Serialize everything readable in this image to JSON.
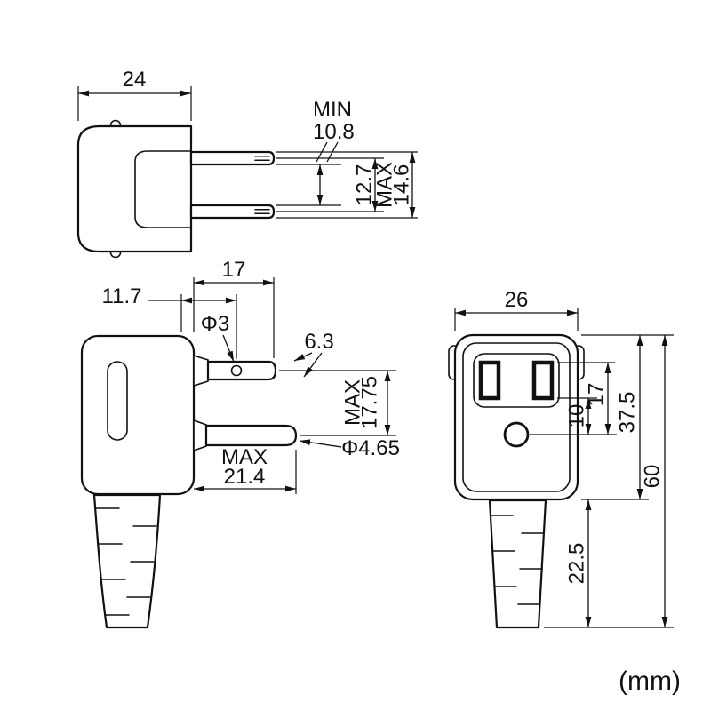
{
  "drawing": {
    "units_label": "(mm)",
    "ink_color": "#111111",
    "background_color": "#ffffff",
    "top_view": {
      "body_width": "24",
      "blade_gap_min_label": "MIN",
      "blade_gap_min": "10.8",
      "blade_pitch": "12.7",
      "blade_span_max_label": "MAX",
      "blade_span_max": "14.6"
    },
    "side_view": {
      "blade_length": "17",
      "hole_offset": "11.7",
      "blade_hole_dia": "Φ3",
      "blade_width": "6.3",
      "span_max_label": "MAX",
      "span_max": "17.75",
      "pin_dia": "Φ4.65",
      "pin_length_max_label": "MAX",
      "pin_length_max": "21.4"
    },
    "front_view": {
      "body_width": "26",
      "slot_top_to_hole": "17",
      "slot_bottom_to_hole": "10",
      "body_height": "37.5",
      "boot_length": "22.5",
      "total_length": "60"
    }
  }
}
